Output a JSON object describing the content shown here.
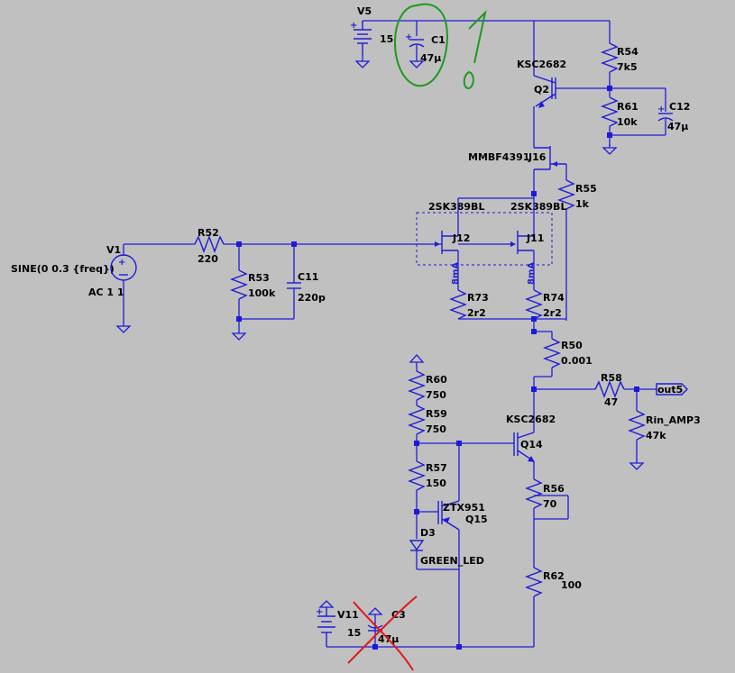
{
  "components": {
    "V5": {
      "name": "V5",
      "value": "15"
    },
    "C1": {
      "name": "C1",
      "value": "47µ"
    },
    "R54": {
      "name": "R54",
      "value": "7k5"
    },
    "Q2": {
      "name": "Q2",
      "model": "KSC2682"
    },
    "R61": {
      "name": "R61",
      "value": "10k"
    },
    "C12": {
      "name": "C12",
      "value": "47µ"
    },
    "J16": {
      "name": "J16",
      "model": "MMBF4391"
    },
    "R55": {
      "name": "R55",
      "value": "1k"
    },
    "J12": {
      "name": "J12",
      "model": "2SK389BL",
      "current": "8mA"
    },
    "J11": {
      "name": "J11",
      "model": "2SK389BL",
      "current": "8mA"
    },
    "V1": {
      "name": "V1",
      "value": "SINE(0 0.3 {freq})",
      "ac": "AC 1 1"
    },
    "R52": {
      "name": "R52",
      "value": "220"
    },
    "R53": {
      "name": "R53",
      "value": "100k"
    },
    "C11": {
      "name": "C11",
      "value": "220p"
    },
    "R73": {
      "name": "R73",
      "value": "2r2"
    },
    "R74": {
      "name": "R74",
      "value": "2r2"
    },
    "R50": {
      "name": "R50",
      "value": "0.001"
    },
    "R58": {
      "name": "R58",
      "value": "47"
    },
    "Rin_AMP3": {
      "name": "Rin_AMP3",
      "value": "47k"
    },
    "R60": {
      "name": "R60",
      "value": "750"
    },
    "R59": {
      "name": "R59",
      "value": "750"
    },
    "Q14": {
      "name": "Q14",
      "model": "KSC2682"
    },
    "R57": {
      "name": "R57",
      "value": "150"
    },
    "Q15": {
      "name": "Q15",
      "model": "ZTX951"
    },
    "R56": {
      "name": "R56",
      "value": "70"
    },
    "D3": {
      "name": "D3",
      "model": "GREEN_LED"
    },
    "R62": {
      "name": "R62",
      "value": "100"
    },
    "V11": {
      "name": "V11",
      "value": "15"
    },
    "C3": {
      "name": "C3",
      "value": "47µ"
    }
  },
  "net_labels": {
    "out5": "out5"
  },
  "annotation_colors": {
    "green": "#1f9a1f",
    "red": "#e01818"
  },
  "wire_color": "#1c1cd8",
  "background": "#c0c0c0"
}
